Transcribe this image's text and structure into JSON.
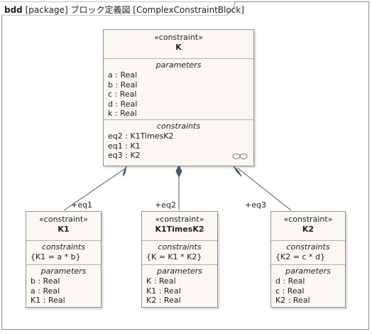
{
  "frame": {
    "kind": "bdd",
    "title": "[package] ブロック定義図 [ComplexConstraintBlock]"
  },
  "main_block": {
    "stereotype": "«constraint»",
    "name": "K",
    "parameters_title": "parameters",
    "parameters": [
      "a : Real",
      "b : Real",
      "c : Real",
      "d : Real",
      "k : Real"
    ],
    "constraints_title": "constraints",
    "constraints": [
      "eq2 : K1TimesK2",
      "eq1 : K1",
      "eq3 : K2"
    ]
  },
  "blocks": [
    {
      "stereotype": "«constraint»",
      "name": "K1",
      "constraints_title": "constraints",
      "constraint": "{K1 = a * b}",
      "parameters_title": "parameters",
      "parameters": [
        "b : Real",
        "a : Real",
        "K1 : Real"
      ]
    },
    {
      "stereotype": "«constraint»",
      "name": "K1TimesK2",
      "constraints_title": "constraints",
      "constraint": "{K = K1 * K2}",
      "parameters_title": "parameters",
      "parameters": [
        "K : Real",
        "K1 : Real",
        "K2 : Real"
      ]
    },
    {
      "stereotype": "«constraint»",
      "name": "K2",
      "constraints_title": "constraints",
      "constraint": "{K2 = c * d}",
      "parameters_title": "parameters",
      "parameters": [
        "d : Real",
        "c : Real",
        "K2 : Real"
      ]
    }
  ],
  "roles": [
    "+eq1",
    "+eq2",
    "+eq3"
  ],
  "colors": {
    "block_fill": "#fbf7f3",
    "block_border": "#9b8e82",
    "connector": "#4a5a6a"
  }
}
